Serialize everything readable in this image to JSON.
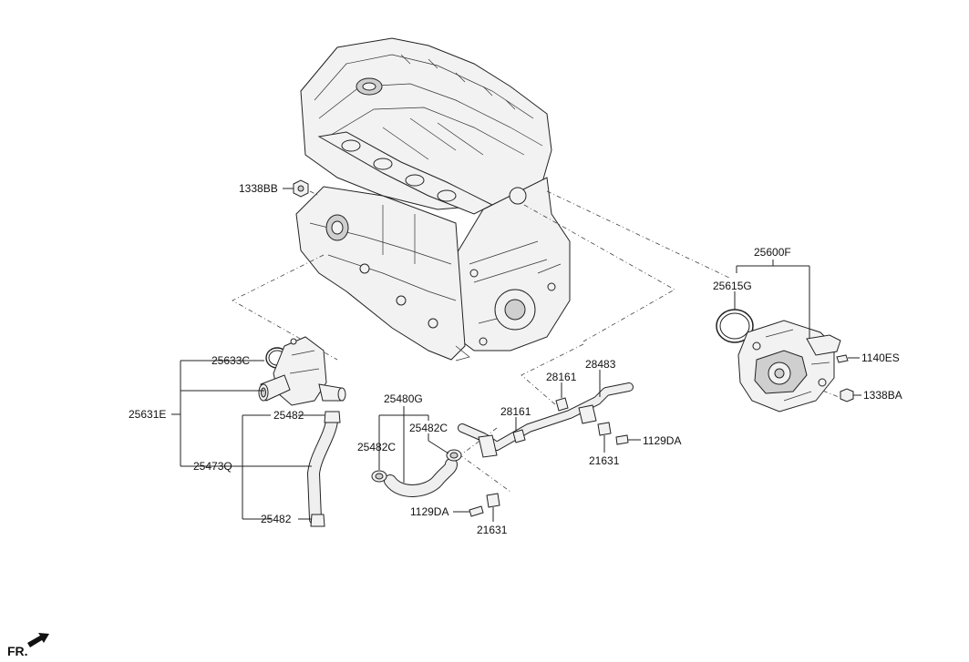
{
  "labels": {
    "p1338BB": "1338BB",
    "p25600F": "25600F",
    "p25615G": "25615G",
    "p1140ES": "1140ES",
    "p1338BA": "1338BA",
    "p25633C": "25633C",
    "p25631E": "25631E",
    "p25482_top": "25482",
    "p25473Q": "25473Q",
    "p25482_bottom": "25482",
    "p25480G": "25480G",
    "p25482C_left": "25482C",
    "p25482C_right": "25482C",
    "p28161_top": "28161",
    "p28483": "28483",
    "p28161_mid": "28161",
    "p21631_right": "21631",
    "p1129DA_right": "1129DA",
    "p1129DA_left": "1129DA",
    "p21631_left": "21631"
  },
  "direction": {
    "fr_label": "FR."
  }
}
